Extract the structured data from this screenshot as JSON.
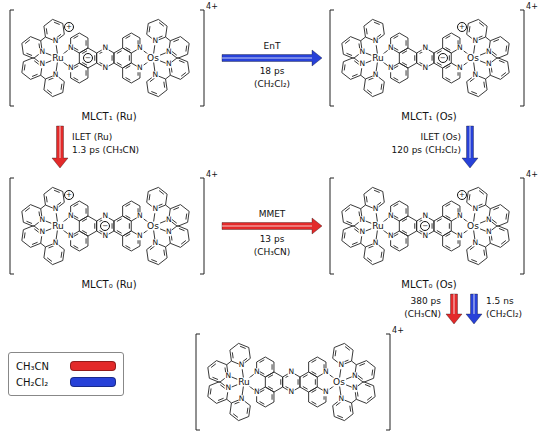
{
  "diagram": {
    "nodes": [
      {
        "text": [
          "4+",
          "Ru",
          "Os",
          "N",
          "N",
          "N",
          "N",
          "N",
          "N",
          "N",
          "N",
          "N",
          "N",
          "N",
          "N",
          "N",
          "N",
          "+",
          "−",
          "MLCT₁ (Ru)"
        ]
      },
      {
        "text": [
          "4+",
          "Ru",
          "Os",
          "N",
          "N",
          "N",
          "N",
          "N",
          "N",
          "N",
          "N",
          "N",
          "N",
          "N",
          "N",
          "N",
          "N",
          "+",
          "−",
          "MLCT₁ (Os)"
        ]
      },
      {
        "text": [
          "4+",
          "Ru",
          "Os",
          "N",
          "N",
          "N",
          "N",
          "N",
          "N",
          "N",
          "N",
          "N",
          "N",
          "N",
          "N",
          "N",
          "N",
          "+",
          "−",
          "MLCT₀ (Ru)"
        ]
      },
      {
        "text": [
          "4+",
          "Ru",
          "Os",
          "N",
          "N",
          "N",
          "N",
          "N",
          "N",
          "N",
          "N",
          "N",
          "N",
          "N",
          "N",
          "N",
          "N",
          "+",
          "−",
          "MLCT₀ (Os)"
        ]
      },
      {
        "text": [
          "4+",
          "Ru",
          "Os",
          "N",
          "N",
          "N",
          "N",
          "N",
          "N",
          "N",
          "N",
          "N",
          "N",
          "N",
          "N",
          "N",
          "N"
        ]
      }
    ],
    "edges": [
      {
        "from": 0,
        "to": 1,
        "arrow": "to",
        "label": "EnT"
      },
      {
        "from": 0,
        "to": 2,
        "arrow": "to",
        "label": "ILET (Ru)"
      },
      {
        "from": 1,
        "to": 3,
        "arrow": "to",
        "label": "ILET (Os)"
      },
      {
        "from": 2,
        "to": 3,
        "arrow": "to",
        "label": "MMET"
      },
      {
        "from": 3,
        "to": 4,
        "arrow": "to",
        "label": "380 ps"
      },
      {
        "from": 3,
        "to": 4,
        "arrow": "to",
        "label": "1.5 ns"
      }
    ],
    "labels": [
      "18 ps",
      "(CH₂Cl₂)",
      "1.3 ps (CH₃CN)",
      "120 ps (CH₂Cl₂)",
      "13 ps",
      "(CH₃CN)",
      "(CH₃CN)",
      "(CH₂Cl₂)"
    ],
    "legend": [
      {
        "text": "CH₃CN",
        "color": "#e32a2a"
      },
      {
        "text": "CH₂Cl₂",
        "color": "#2741d8"
      }
    ]
  }
}
